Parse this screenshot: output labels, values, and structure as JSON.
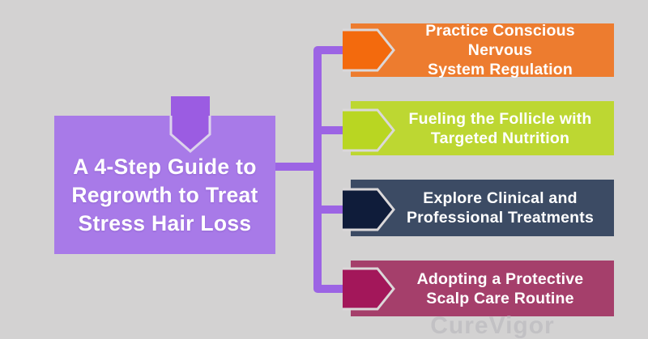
{
  "infographic": {
    "title": {
      "line1": "A 4-Step Guide to",
      "line2": "Regrowth to Treat",
      "line3": "Stress Hair Loss"
    },
    "steps": [
      {
        "line1": "Practice Conscious Nervous",
        "line2": "System Regulation",
        "bar_color": "#ED7C2F",
        "arrow_color": "#F36A0D"
      },
      {
        "line1": "Fueling the Follicle with",
        "line2": "Targeted Nutrition",
        "bar_color": "#BDD732",
        "arrow_color": "#B9D622"
      },
      {
        "line1": "Explore Clinical and",
        "line2": "Professional Treatments",
        "bar_color": "#3C4B64",
        "arrow_color": "#0F1C3A"
      },
      {
        "line1": "Adopting a Protective",
        "line2": "Scalp Care Routine",
        "bar_color": "#A53F6B",
        "arrow_color": "#A3175A"
      }
    ],
    "watermark": "CureVigor",
    "colors": {
      "background": "#D3D2D2",
      "title_box": "#A87AE8",
      "title_arrow": "#9B5CE2",
      "connector": "#9C64E4",
      "arrow_outline": "#DBD8D9",
      "title_arrow_outline": "#DCD3EC",
      "text": "#FFFFFF"
    }
  }
}
